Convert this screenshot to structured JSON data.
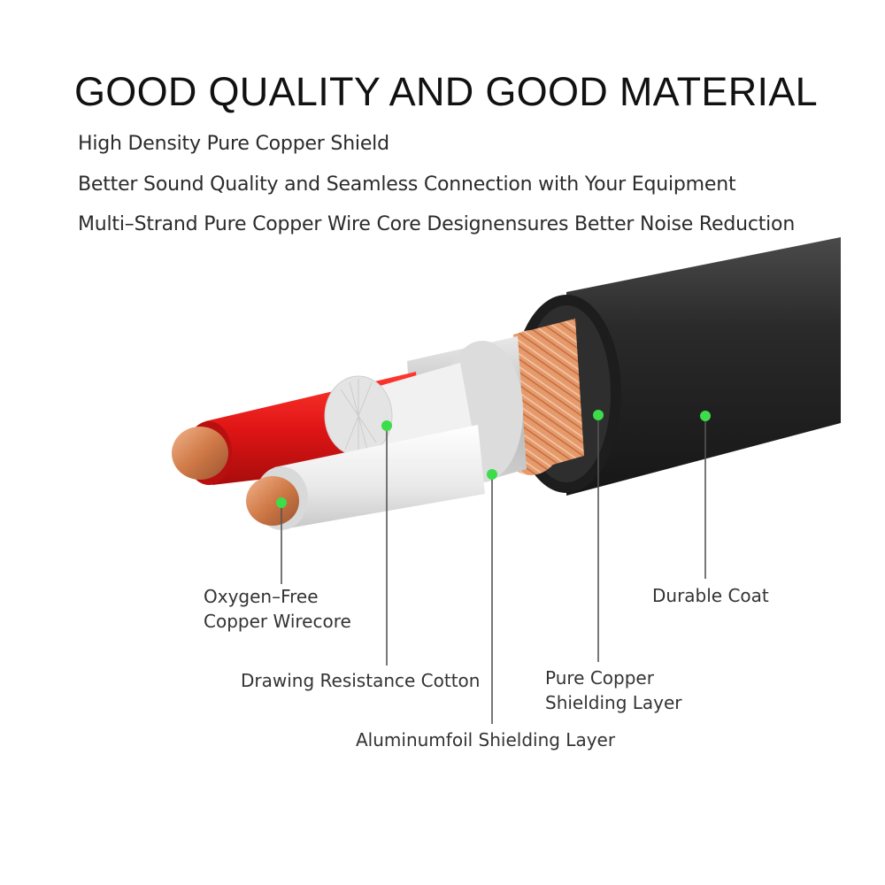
{
  "headline": "GOOD QUALITY AND GOOD MATERIAL",
  "features": [
    "High Density Pure Copper Shield",
    "Better Sound Quality and Seamless Connection with Your Equipment",
    "Multi–Strand Pure Copper Wire Core Designensures Better Noise Reduction"
  ],
  "callouts": {
    "wirecore": {
      "line1": "Oxygen–Free",
      "line2": "Copper Wirecore"
    },
    "cotton": {
      "line1": "Drawing Resistance Cotton"
    },
    "foil": {
      "line1": "Aluminumfoil Shielding Layer"
    },
    "copper_shield": {
      "line1": "Pure Copper",
      "line2": "Shielding Layer"
    },
    "coat": {
      "line1": "Durable Coat"
    }
  },
  "colors": {
    "marker": "#3ddc4a",
    "outer_jacket": "#2b2b2b",
    "red_insulation": "#e01515",
    "white_insulation": "#ececec",
    "foil": "#c9c9c9",
    "copper": "#d98a5a"
  }
}
